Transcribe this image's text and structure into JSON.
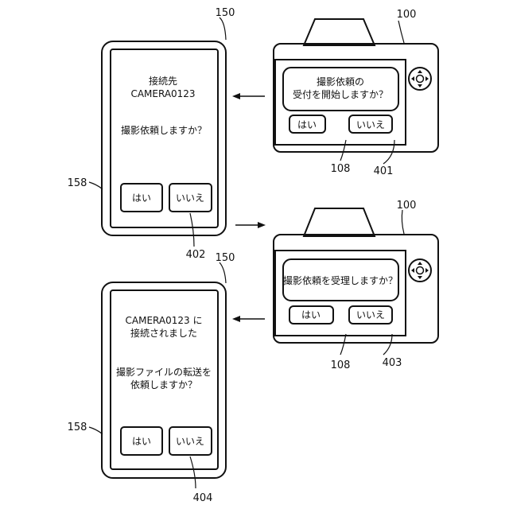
{
  "phone_top": {
    "ref": "150",
    "frame_ref": "158",
    "button_ref": "402",
    "line1": "接続先",
    "line2": "CAMERA0123",
    "question": "撮影依頼しますか？",
    "yes": "はい",
    "no": "いいえ"
  },
  "camera_top": {
    "ref": "100",
    "display_ref": "108",
    "dialog_ref": "401",
    "line1": "撮影依頼の",
    "line2": "受付を開始しますか？",
    "yes": "はい",
    "no": "いいえ"
  },
  "camera_bottom": {
    "ref": "100",
    "display_ref": "108",
    "dialog_ref": "403",
    "line1": "撮影依頼を受理しますか？",
    "yes": "はい",
    "no": "いいえ"
  },
  "phone_bottom": {
    "ref": "150",
    "frame_ref": "158",
    "button_ref": "404",
    "line1": "CAMERA0123 に",
    "line2": "接続されました",
    "line3": "撮影ファイルの転送を",
    "line4": "依頼しますか？",
    "yes": "はい",
    "no": "いいえ"
  }
}
